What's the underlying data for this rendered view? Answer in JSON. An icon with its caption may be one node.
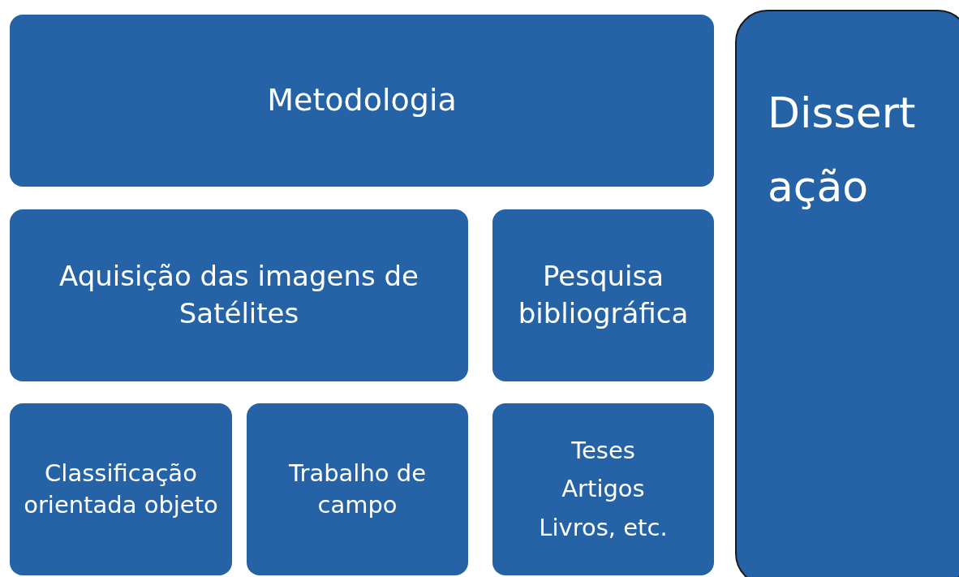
{
  "diagram": {
    "nodes": [
      {
        "text": [
          "Metodologia"
        ]
      },
      {
        "text": [
          "Dissertação"
        ]
      },
      {
        "text": [
          "Aquisição das imagens de Satélites"
        ]
      },
      {
        "text": [
          "Pesquisa bibliográfica"
        ]
      },
      {
        "text": [
          "Classificação orientada objeto"
        ]
      },
      {
        "text": [
          "Trabalho de campo"
        ]
      },
      {
        "text": [
          "Teses",
          "Artigos",
          "Livros, etc."
        ]
      }
    ]
  }
}
